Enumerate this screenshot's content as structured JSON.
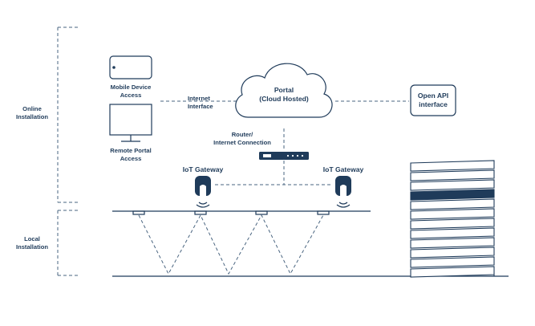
{
  "colors": {
    "primary": "#1f3b5a",
    "line": "#4a6580",
    "background": "#ffffff",
    "highlight": "#1f3b5a"
  },
  "sections": {
    "online": {
      "line1": "Online",
      "line2": "Installation"
    },
    "local": {
      "line1": "Local",
      "line2": "Installation"
    }
  },
  "nodes": {
    "mobile": {
      "line1": "Mobile Device",
      "line2": "Access",
      "icon": "mobile-device-icon"
    },
    "remote_portal": {
      "line1": "Remote Portal",
      "line2": "Access",
      "icon": "monitor-icon"
    },
    "internet_interface": {
      "line1": "Internet",
      "line2": "Interface"
    },
    "portal": {
      "line1": "Portal",
      "line2": "(Cloud Hosted)",
      "icon": "cloud-icon"
    },
    "open_api": {
      "line1": "Open API",
      "line2": "interface"
    },
    "router": {
      "line1": "Router/",
      "line2": "Internet Connection",
      "icon": "router-icon"
    },
    "gateway_left": {
      "label": "IoT Gateway",
      "icon": "iot-gateway-icon"
    },
    "gateway_right": {
      "label": "IoT Gateway",
      "icon": "iot-gateway-icon"
    },
    "building": {
      "icon": "building-icon"
    }
  }
}
